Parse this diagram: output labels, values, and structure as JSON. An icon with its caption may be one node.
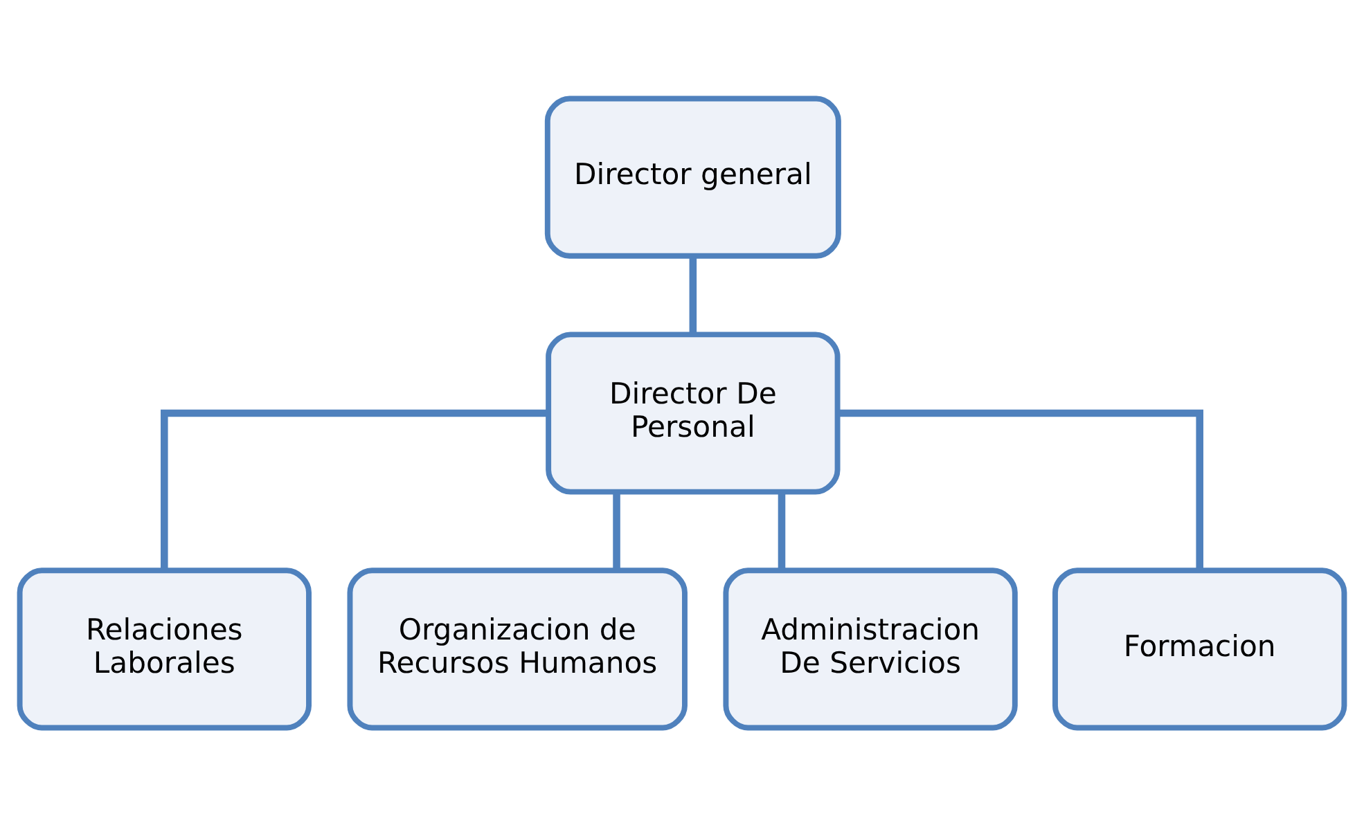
{
  "diagram": {
    "nodes": [
      {
        "text": [
          "Director general"
        ]
      },
      {
        "text": [
          "Director De Personal"
        ]
      },
      {
        "text": [
          "Relaciones Laborales"
        ]
      },
      {
        "text": [
          "Organizacion de Recursos Humanos"
        ]
      },
      {
        "text": [
          "Administracion De Servicios"
        ]
      },
      {
        "text": [
          "Formacion"
        ]
      }
    ],
    "edges": [
      {
        "from": 0,
        "to": 1,
        "arrow": "none"
      },
      {
        "from": 1,
        "to": 2,
        "arrow": "none"
      },
      {
        "from": 1,
        "to": 3,
        "arrow": "none"
      },
      {
        "from": 1,
        "to": 4,
        "arrow": "none"
      },
      {
        "from": 1,
        "to": 5,
        "arrow": "none"
      }
    ]
  }
}
